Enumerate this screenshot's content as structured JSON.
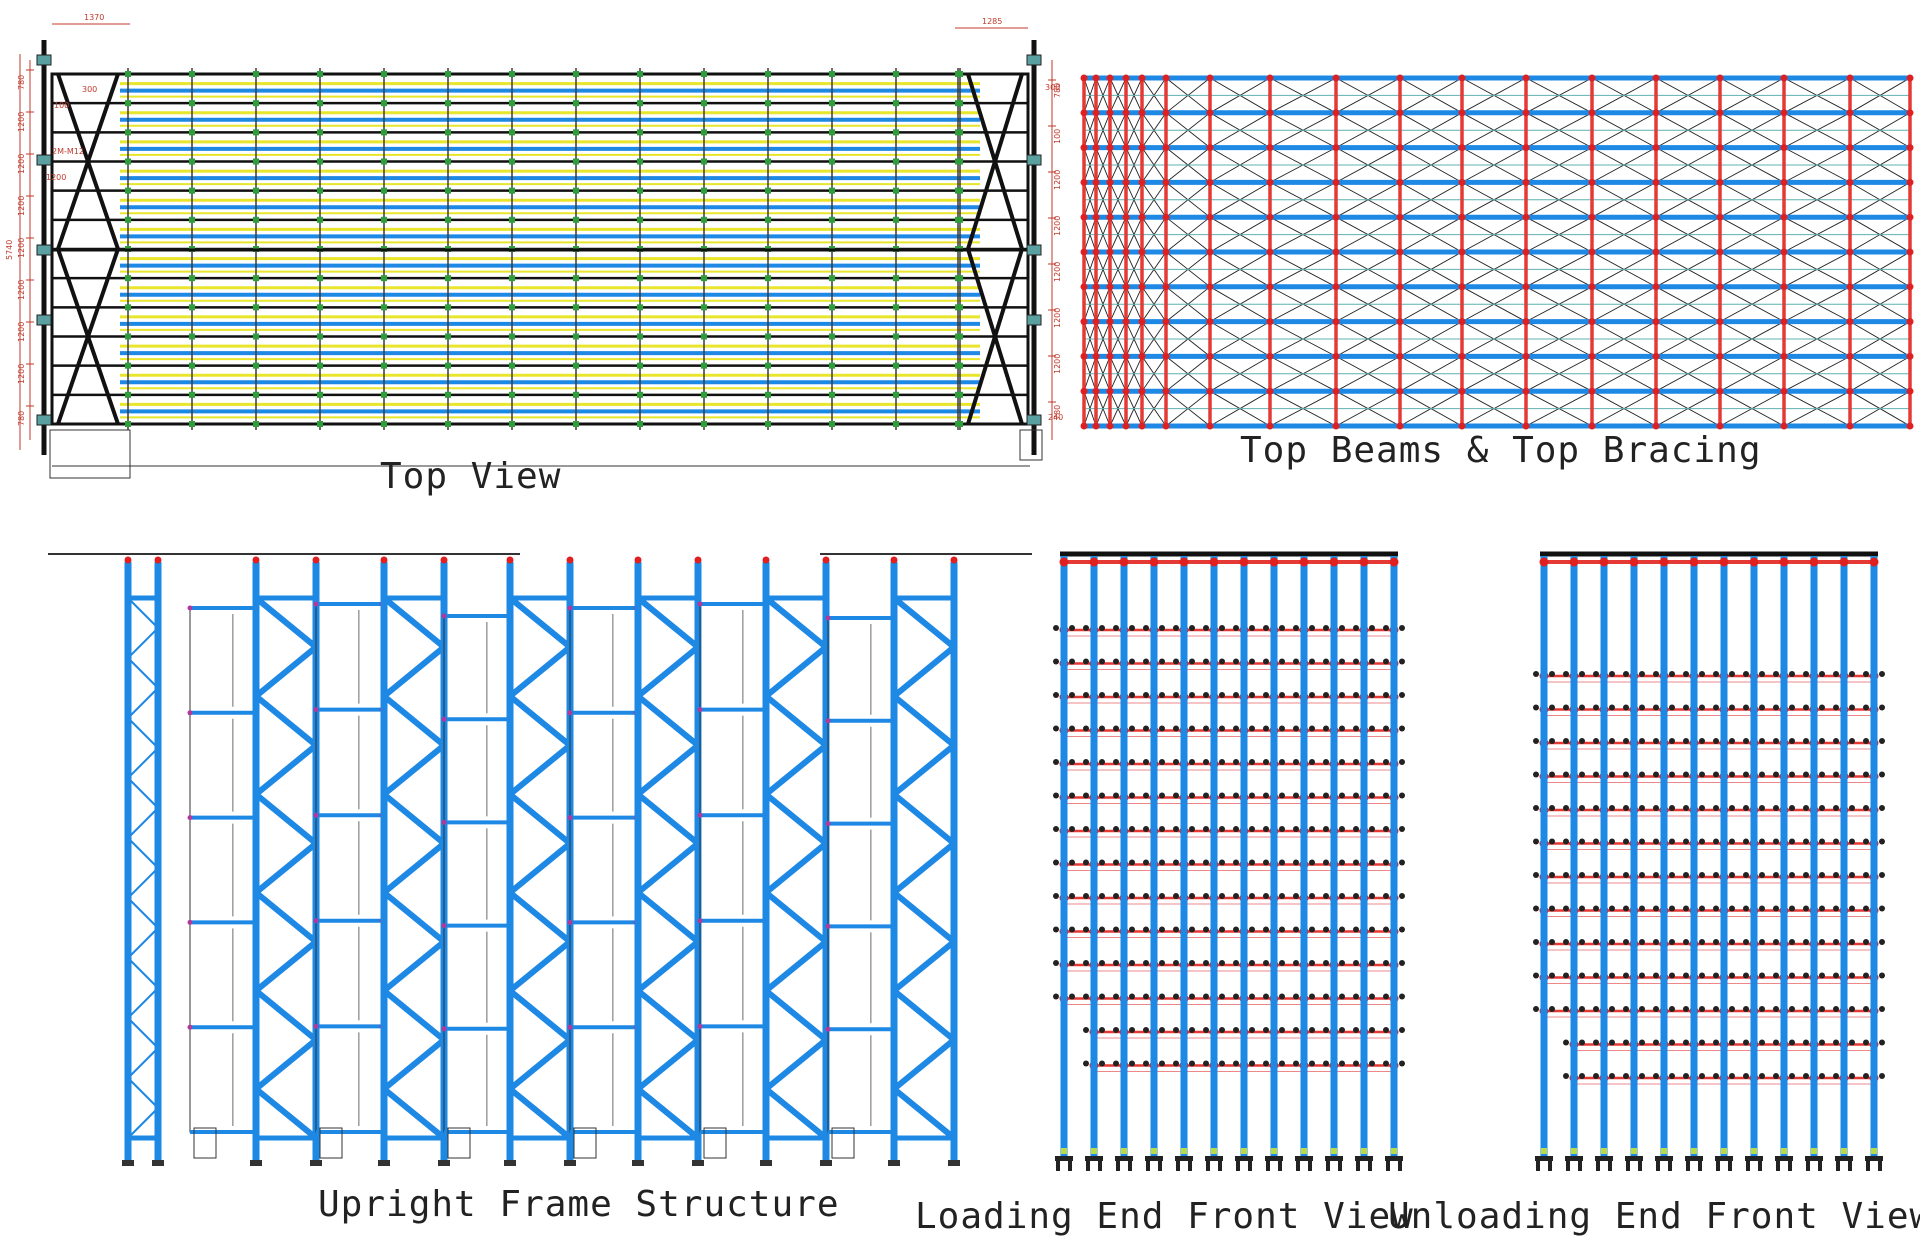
{
  "captions": {
    "top_view": "Top View",
    "top_beams": "Top Beams & Top Bracing",
    "upright_frame": "Upright Frame Structure",
    "loading_end": "Loading End Front View",
    "unloading_end": "Unloading End Front View"
  },
  "dimensions": {
    "top_left": "1370",
    "top_right": "1285",
    "overall_height": "5740",
    "left_values": [
      "780",
      "1200",
      "1200",
      "1200",
      "1200",
      "1200",
      "1200",
      "1200",
      "780"
    ],
    "right_values": [
      "780",
      "100",
      "1200",
      "1200",
      "1200",
      "1200",
      "1200",
      "780"
    ],
    "side_labels": [
      "300",
      "100",
      "1200",
      "2M-M12",
      "300",
      "240"
    ]
  },
  "colors": {
    "upright_blue": "#1e88e5",
    "beam_red": "#e53935",
    "frame_black": "#111111",
    "rail_yellow": "#e8e52a",
    "node_green": "#2e9e3a",
    "dim_red": "#c0392b",
    "joint_red": "#e02020"
  }
}
